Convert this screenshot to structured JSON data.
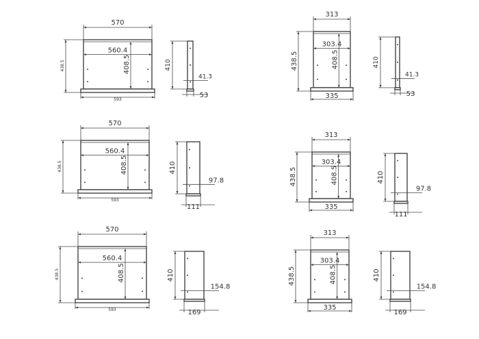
{
  "units": [
    {
      "front": {
        "width_outer": "570",
        "width_inner": "560.4",
        "height_inner": "408.5",
        "height_total": "438.5",
        "base_width": "593"
      },
      "side": {
        "height": "410",
        "depth_inner": "41.3",
        "depth_base": "53"
      }
    },
    {
      "front": {
        "width_outer": "313",
        "width_inner": "303.4",
        "height_inner": "408.5",
        "height_total": "438.5",
        "base_width": "335"
      },
      "side": {
        "height": "410",
        "depth_inner": "41.3",
        "depth_base": "53"
      }
    },
    {
      "front": {
        "width_outer": "570",
        "width_inner": "560.4",
        "height_inner": "408.5",
        "height_total": "438.5",
        "base_width": "593"
      },
      "side": {
        "height": "410",
        "depth_inner": "97.8",
        "depth_base": "111"
      }
    },
    {
      "front": {
        "width_outer": "313",
        "width_inner": "303.4",
        "height_inner": "408.5",
        "height_total": "438.5",
        "base_width": "335"
      },
      "side": {
        "height": "410",
        "depth_inner": "97.8",
        "depth_base": "111"
      }
    },
    {
      "front": {
        "width_outer": "570",
        "width_inner": "560.4",
        "height_inner": "408.5",
        "height_total": "438.5",
        "base_width": "593"
      },
      "side": {
        "height": "410",
        "depth_inner": "154.8",
        "depth_base": "169"
      }
    },
    {
      "front": {
        "width_outer": "313",
        "width_inner": "303.4",
        "height_inner": "408.5",
        "height_total": "438.5",
        "base_width": "335"
      },
      "side": {
        "height": "410",
        "depth_inner": "154.8",
        "depth_base": "169"
      }
    }
  ]
}
